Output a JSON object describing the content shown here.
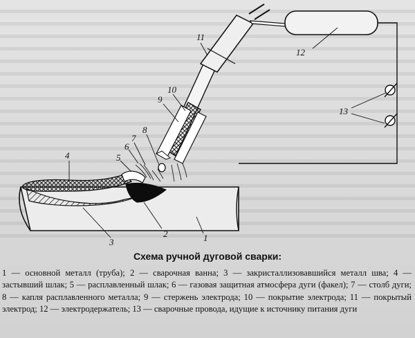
{
  "figure": {
    "caption_title": "Схема ручной дуговой сварки:",
    "callouts": [
      "1",
      "2",
      "3",
      "4",
      "5",
      "6",
      "7",
      "8",
      "9",
      "10",
      "11",
      "12",
      "13"
    ],
    "legend_text": "1 — основной металл (труба); 2 — сварочная ванна; 3 — закристаллизовавшийся металл шва; 4 — застывший шлак; 5 — расплавленный шлак; 6 — газовая защитная атмосфера дуги (факел); 7 — столб дуги; 8 — капля расплавленного металла; 9 — стержень электрода; 10 — покрытие электрода; 11 — покрытый электрод; 12 — электродержатель; 13 — сварочные провода, идущие к источнику питания дуги"
  }
}
